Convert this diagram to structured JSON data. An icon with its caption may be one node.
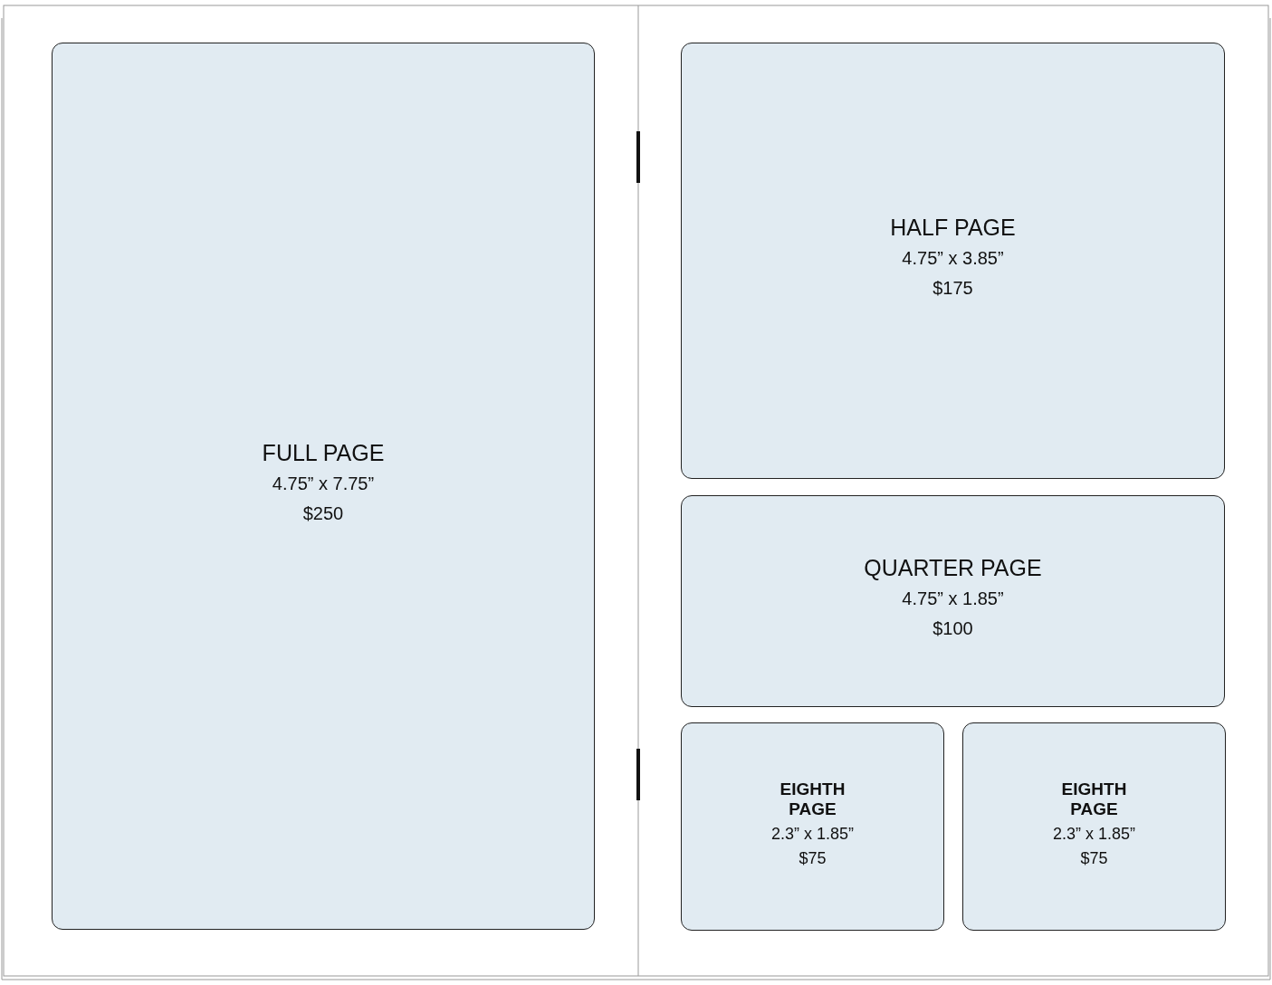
{
  "diagram": {
    "nodes": [
      {
        "text": [
          "FULL PAGE",
          "4.75” x 7.75”",
          "$250"
        ]
      },
      {
        "text": [
          "HALF PAGE",
          "4.75” x 3.85”",
          "$175"
        ]
      },
      {
        "text": [
          "QUARTER PAGE",
          "4.75” x 1.85”",
          "$100"
        ]
      },
      {
        "text": [
          "EIGHTH PAGE",
          "2.3” x 1.85”",
          "$75"
        ]
      },
      {
        "text": [
          "EIGHTH PAGE",
          "2.3” x 1.85”",
          "$75"
        ]
      }
    ]
  }
}
